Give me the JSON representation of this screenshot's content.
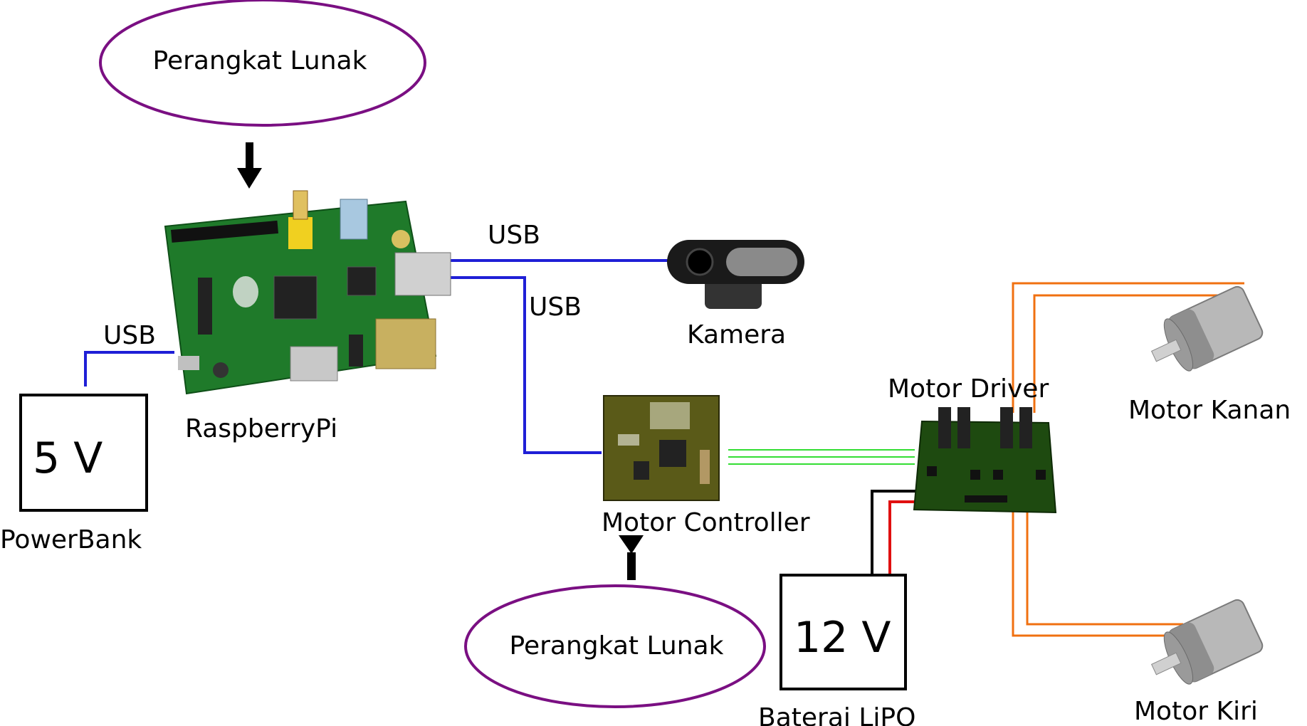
{
  "diagram": {
    "software_top": "Perangkat Lunak",
    "software_bottom": "Perangkat Lunak",
    "raspberry_pi": "RaspberryPi",
    "power_bank_voltage": "5 V",
    "power_bank": "PowerBank",
    "usb_power": "USB",
    "usb_camera": "USB",
    "usb_controller": "USB",
    "camera": "Kamera",
    "motor_controller": "Motor Controller",
    "motor_driver": "Motor Driver",
    "motor_right": "Motor Kanan",
    "motor_left": "Motor Kiri",
    "battery_voltage": "12 V",
    "battery": "Baterai LiPO"
  },
  "colors": {
    "usb_wire": "#1f1fd6",
    "signal_wire": "#33dd33",
    "motor_wire": "#f07010",
    "power_positive": "#e01010",
    "power_negative": "#000000",
    "software_ellipse": "#7a0f82",
    "pcb": "#1f7a2a"
  }
}
